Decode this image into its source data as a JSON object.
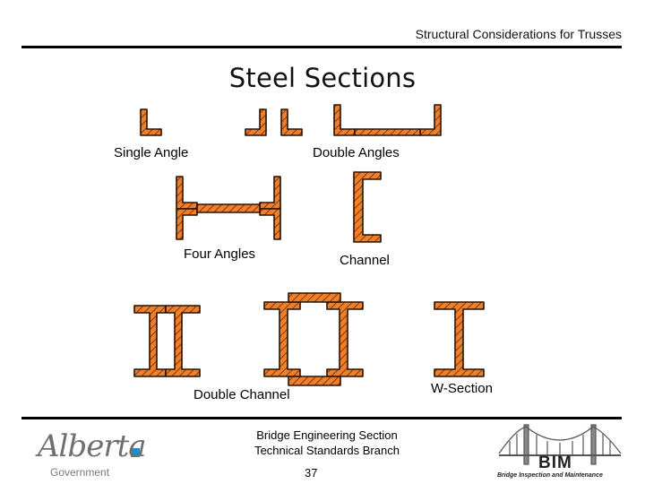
{
  "header": {
    "title": "Structural Considerations for Trusses"
  },
  "slide": {
    "title": "Steel Sections"
  },
  "labels": {
    "single_angle": "Single Angle",
    "double_angles": "Double Angles",
    "four_angles": "Four Angles",
    "channel": "Channel",
    "double_channel": "Double Channel",
    "w_section": "W-Section"
  },
  "footer": {
    "line1": "Bridge Engineering Section",
    "line2": "Technical Standards Branch",
    "page_number": "37"
  },
  "logos": {
    "left_wordmark": "Alberta",
    "left_sub": "Government",
    "right_wordmark": "BIM",
    "right_sub": "Bridge Inspection and Maintenance"
  },
  "colors": {
    "section_fill": "#f07f2a",
    "hatch": "#5a2a0a",
    "alberta_blue": "#1b8fc8",
    "grey": "#7a7a7a"
  }
}
